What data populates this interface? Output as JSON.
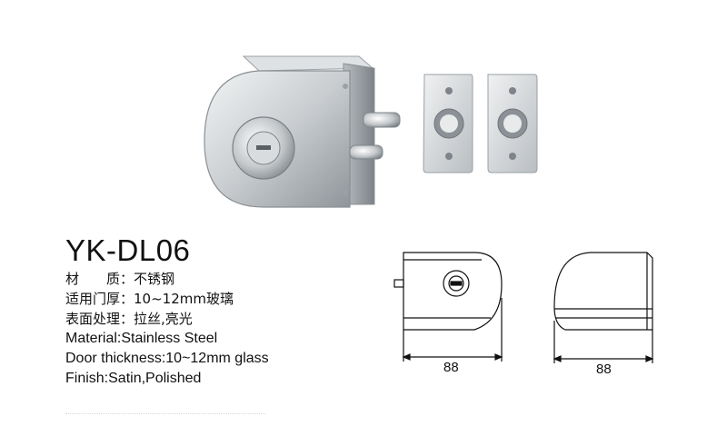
{
  "model": "YK-DL06",
  "specs_cn": [
    {
      "label": "材　　质：",
      "value": "不锈钢"
    },
    {
      "label": "适用门厚：",
      "value": "10~12mm玻璃"
    },
    {
      "label": "表面处理：",
      "value": "拉丝,亮光"
    }
  ],
  "specs_en": [
    "Material:Stainless Steel",
    "Door thickness:10~12mm glass",
    "Finish:Satin,Polished"
  ],
  "dimensions": {
    "left_width": "88",
    "right_width": "88"
  }
}
